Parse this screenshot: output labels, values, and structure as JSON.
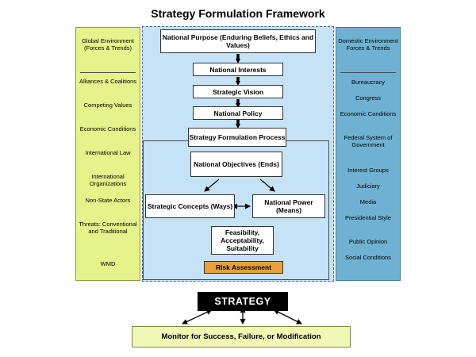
{
  "title": "Strategy Formulation Framework",
  "global_environment": {
    "heading": "Global Environment (Forces & Trends)",
    "items": [
      "Alliances & Coalitions",
      "Competing Values",
      "Economic Conditions",
      "International Law",
      "International Organizations",
      "Non-State Actors",
      "Threats: Conventional and Traditional",
      "WMD"
    ]
  },
  "domestic_environment": {
    "heading": "Domestic Environment Forces & Trends",
    "items": [
      "Bureaucracy",
      "Congress",
      "Economic Conditions",
      "Federal System of Government",
      "Interest Groups",
      "Judiciary",
      "Media",
      "Presidential Style",
      "Public Opinion",
      "Social Conditions"
    ]
  },
  "flow": {
    "national_purpose": "National Purpose (Enduring Beliefs, Ethics and Values)",
    "national_interests": "National Interests",
    "strategic_vision": "Strategic Vision",
    "national_policy": "National Policy",
    "strategy_formulation_process": "Strategy Formulation Process",
    "national_objectives": "National Objectives (Ends)",
    "strategic_concepts": "Strategic Concepts (Ways)",
    "national_power": "National Power (Means)",
    "fas": "Feasibility, Acceptability, Suitability",
    "risk_assessment": "Risk Assessment"
  },
  "strategy_label": "STRATEGY",
  "monitor_label": "Monitor for Success, Failure, or Modification"
}
